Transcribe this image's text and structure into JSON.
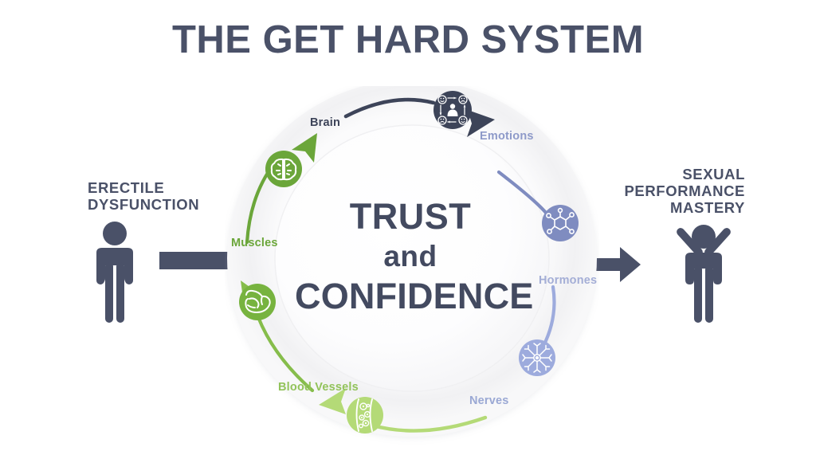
{
  "title": "THE GET HARD SYSTEM",
  "left": {
    "caption": "ERECTILE\nDYSFUNCTION",
    "figure_icon": "standing-person-icon",
    "arrow_icon": "right-arrow-icon"
  },
  "right": {
    "caption": "SEXUAL\nPERFORMANCE\nMASTERY",
    "figure_icon": "celebrating-person-icon",
    "arrow_icon": "right-arrow-icon"
  },
  "center": {
    "line1": "TRUST",
    "line2": "and",
    "line3": "CONFIDENCE"
  },
  "cycle": {
    "direction": "counterclockwise",
    "nodes": [
      {
        "id": "brain",
        "label": "Brain",
        "icon": "brain-icon",
        "label_color": "#3d4459",
        "circle_color": "#6ba63a"
      },
      {
        "id": "emotions",
        "label": "Emotions",
        "icon": "emotions-icon",
        "label_color": "#8e9ac9",
        "circle_color": "#3d4459"
      },
      {
        "id": "hormones",
        "label": "Hormones",
        "icon": "molecule-icon",
        "label_color": "#a4aed6",
        "circle_color": "#7f8cc0"
      },
      {
        "id": "nerves",
        "label": "Nerves",
        "icon": "neuron-icon",
        "label_color": "#9aa8d4",
        "circle_color": "#9dabdd"
      },
      {
        "id": "blood_vessels",
        "label": "Blood Vessels",
        "icon": "blood-vessel-icon",
        "label_color": "#92c35a",
        "circle_color": "#b4da77"
      },
      {
        "id": "muscles",
        "label": "Muscles",
        "icon": "bicep-icon",
        "label_color": "#6ba63a",
        "circle_color": "#77b33f"
      }
    ],
    "arcs": [
      {
        "from": "brain",
        "to": "emotions",
        "color": "#3d4459"
      },
      {
        "from": "emotions",
        "to": "hormones",
        "color": "#7f8cc0"
      },
      {
        "from": "hormones",
        "to": "nerves",
        "color": "#9dabdd"
      },
      {
        "from": "nerves",
        "to": "blood_vessels",
        "color": "#b4da77"
      },
      {
        "from": "blood_vessels",
        "to": "muscles",
        "color": "#86bd4b"
      },
      {
        "from": "muscles",
        "to": "brain",
        "color": "#6ba63a"
      }
    ]
  },
  "colors": {
    "ink": "#4a5168",
    "ring": "#f4f4f6",
    "inner": "#fafafb",
    "green_dark": "#6ba63a",
    "green_light": "#b4da77",
    "blue_dark": "#3d4459",
    "blue_light": "#9dabdd"
  }
}
